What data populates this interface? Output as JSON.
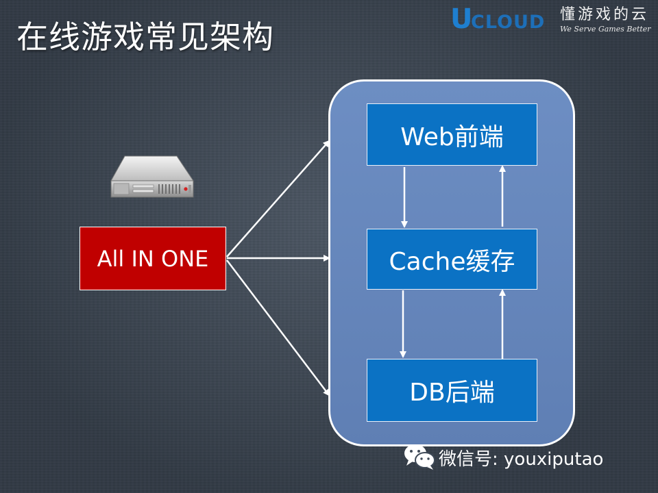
{
  "slide": {
    "title": "在线游戏常见架构"
  },
  "logo": {
    "brand_initial": "U",
    "brand_rest": "CLOUD",
    "slogan_cn": "懂游戏的云",
    "slogan_en": "We Serve Games Better"
  },
  "diagram": {
    "source": {
      "label": "All IN ONE",
      "icon": "server-icon"
    },
    "layers": [
      {
        "label": "Web前端"
      },
      {
        "label": "Cache缓存"
      },
      {
        "label": "DB后端"
      }
    ]
  },
  "footer": {
    "icon": "wechat-icon",
    "text": "微信号: youxiputao"
  },
  "colors": {
    "background": "#3f4a58",
    "panel": "#6d8ec3",
    "layer_box": "#0b72c4",
    "source_box": "#c00000",
    "brand_blue": "#1d6fb8"
  }
}
